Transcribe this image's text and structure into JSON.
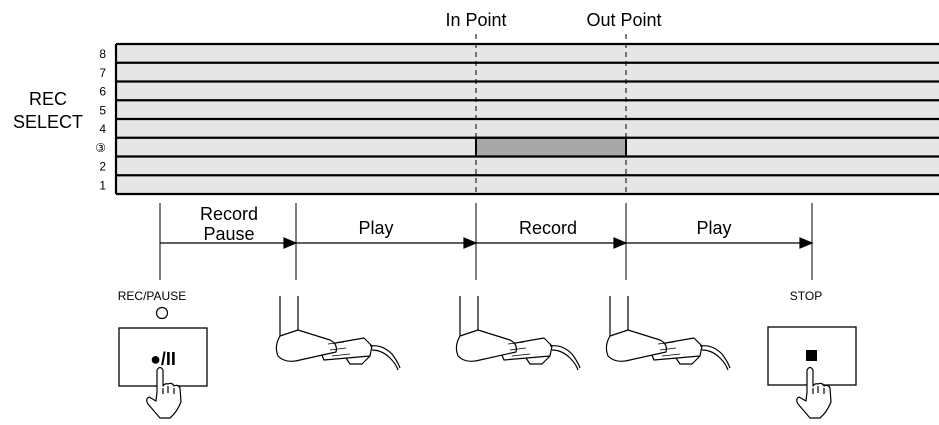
{
  "markers": {
    "in_point": "In Point",
    "out_point": "Out Point"
  },
  "rec_select": {
    "line1": "REC",
    "line2": "SELECT"
  },
  "tracks": [
    "8",
    "7",
    "6",
    "5",
    "4",
    "③",
    "2",
    "1"
  ],
  "selected_track": "3",
  "segments": [
    {
      "label_line1": "Record",
      "label_line2": "Pause"
    },
    {
      "label_line1": "Play",
      "label_line2": ""
    },
    {
      "label_line1": "Record",
      "label_line2": ""
    },
    {
      "label_line1": "Play",
      "label_line2": ""
    }
  ],
  "controls": {
    "rec_pause_label": "REC/PAUSE",
    "rec_pause_symbol": "●/II",
    "stop_label": "STOP",
    "stop_symbol": "■"
  },
  "colors": {
    "track_fill": "#e6e6e6",
    "recorded_region": "#a8a8a8",
    "line": "#000000"
  }
}
